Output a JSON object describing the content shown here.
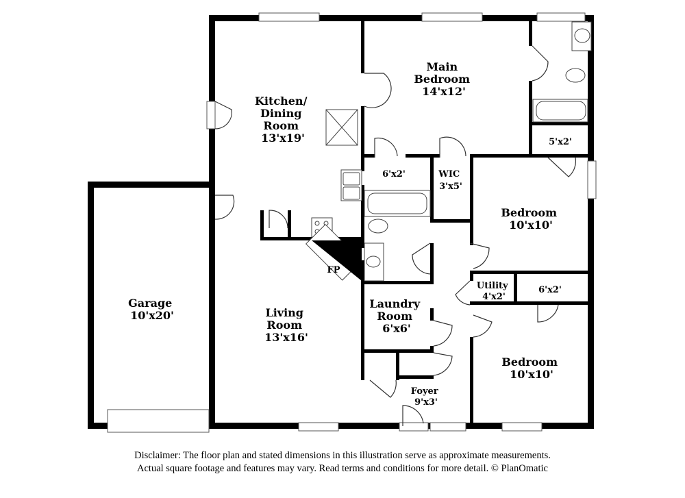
{
  "rooms": {
    "kitchen": {
      "name1": "Kitchen/",
      "name2": "Dining",
      "name3": "Room",
      "dims": "13'x19'"
    },
    "main_bedroom": {
      "name1": "Main",
      "name2": "Bedroom",
      "dims": "14'x12'"
    },
    "closet_5x2": {
      "dims": "5'x2'"
    },
    "closet_6x2_top": {
      "dims": "6'x2'"
    },
    "wic": {
      "name": "WIC",
      "dims": "3'x5'"
    },
    "bedroom_1": {
      "name": "Bedroom",
      "dims": "10'x10'"
    },
    "garage": {
      "name": "Garage",
      "dims": "10'x20'"
    },
    "living": {
      "name1": "Living",
      "name2": "Room",
      "dims": "13'x16'"
    },
    "fireplace": {
      "name": "FP"
    },
    "laundry": {
      "name1": "Laundry",
      "name2": "Room",
      "dims": "6'x6'"
    },
    "utility": {
      "name": "Utility",
      "dims": "4'x2'"
    },
    "closet_6x2_right": {
      "dims": "6'x2'"
    },
    "bedroom_2": {
      "name": "Bedroom",
      "dims": "10'x10'"
    },
    "foyer": {
      "name": "Foyer",
      "dims": "9'x3'"
    }
  },
  "disclaimer": {
    "line1": "Disclaimer: The floor plan and stated dimensions in this illustration serve as approximate measurements.",
    "line2": "Actual square footage and features may vary. Read terms and conditions for more detail. © PlanOmatic"
  }
}
